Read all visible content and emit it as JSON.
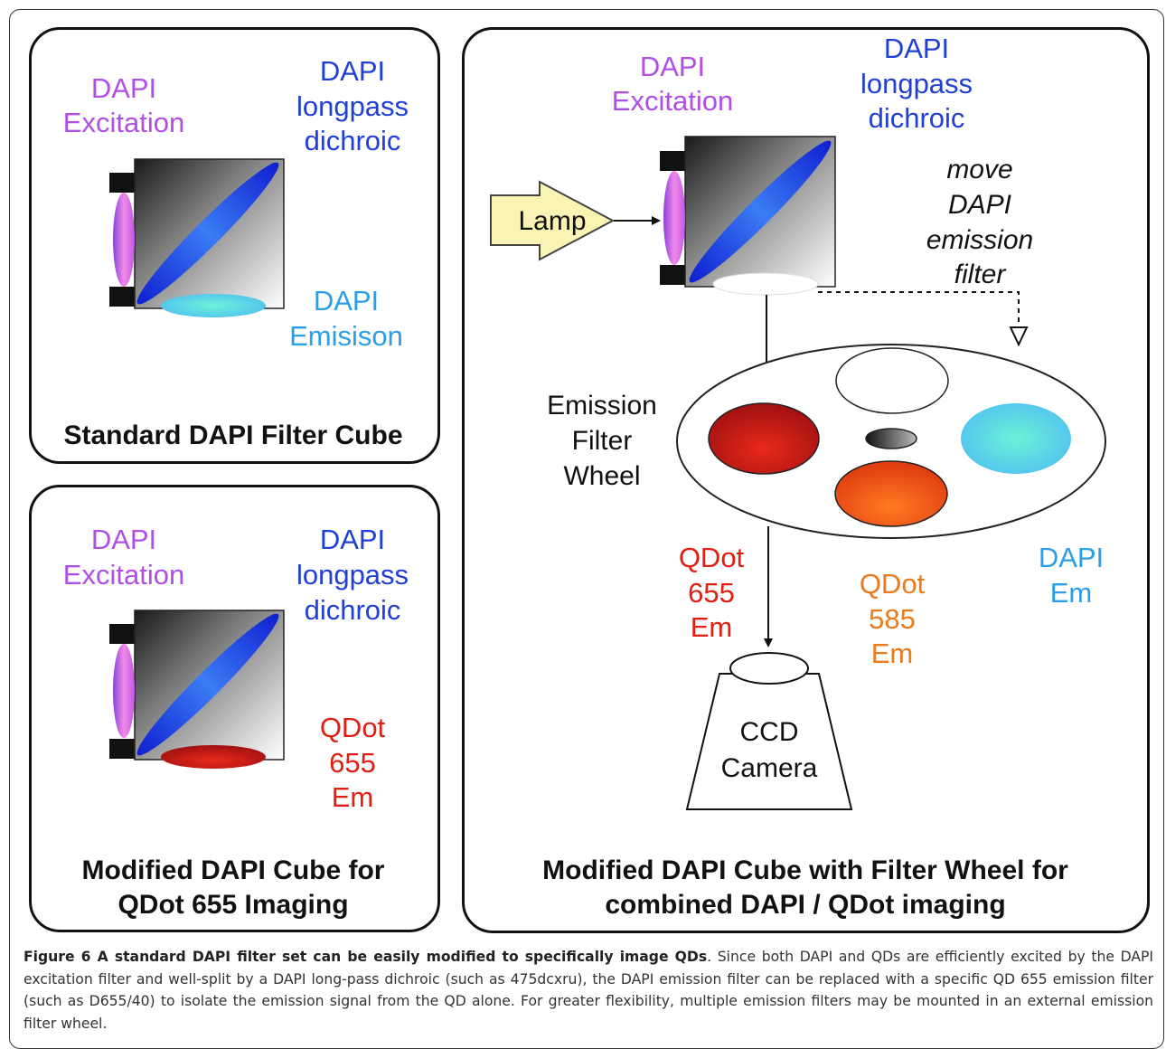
{
  "panels": {
    "standard": {
      "excitation_line1": "DAPI",
      "excitation_line2": "Excitation",
      "dichroic_line1": "DAPI",
      "dichroic_line2": "longpass",
      "dichroic_line3": "dichroic",
      "emission_line1": "DAPI",
      "emission_line2": "Emisison",
      "title": "Standard DAPI Filter Cube"
    },
    "modified_qdot": {
      "excitation_line1": "DAPI",
      "excitation_line2": "Excitation",
      "dichroic_line1": "DAPI",
      "dichroic_line2": "longpass",
      "dichroic_line3": "dichroic",
      "emission_line1": "QDot",
      "emission_line2": "655",
      "emission_line3": "Em",
      "title_line1": "Modified DAPI Cube for",
      "title_line2": "QDot 655 Imaging"
    },
    "filter_wheel": {
      "excitation_line1": "DAPI",
      "excitation_line2": "Excitation",
      "dichroic_line1": "DAPI",
      "dichroic_line2": "longpass",
      "dichroic_line3": "dichroic",
      "lamp_label": "Lamp",
      "move_line1": "move",
      "move_line2": "DAPI",
      "move_line3": "emission",
      "move_line4": "filter",
      "wheel_line1": "Emission",
      "wheel_line2": "Filter",
      "wheel_line3": "Wheel",
      "qdot655_line1": "QDot",
      "qdot655_line2": "655",
      "qdot655_line3": "Em",
      "qdot585_line1": "QDot",
      "qdot585_line2": "585",
      "qdot585_line3": "Em",
      "dapi_em_line1": "DAPI",
      "dapi_em_line2": "Em",
      "camera_line1": "CCD",
      "camera_line2": "Camera",
      "title_line1": "Modified DAPI Cube with Filter Wheel for",
      "title_line2": "combined DAPI / QDot imaging"
    }
  },
  "caption": {
    "bold": "Figure 6 A standard DAPI filter set can be easily modified to specifically image QDs",
    "body": ". Since both DAPI and QDs are efficiently excited by the DAPI excitation filter and well-split by a DAPI long-pass dichroic (such as 475dcxru), the DAPI emission filter can be replaced with a specific QD 655 emission filter (such as D655/40) to isolate the emission signal from the QD alone. For greater flexibility, multiple emission filters may be mounted in an external emission filter wheel."
  },
  "colors": {
    "excitation": "#b14ee6",
    "dichroic": "#1f3fd6",
    "dapi_emission": "#2a9ee8",
    "qdot655": "#e01e12",
    "qdot585": "#ea7a1c",
    "lamp_fill": "#f9f3b4"
  }
}
